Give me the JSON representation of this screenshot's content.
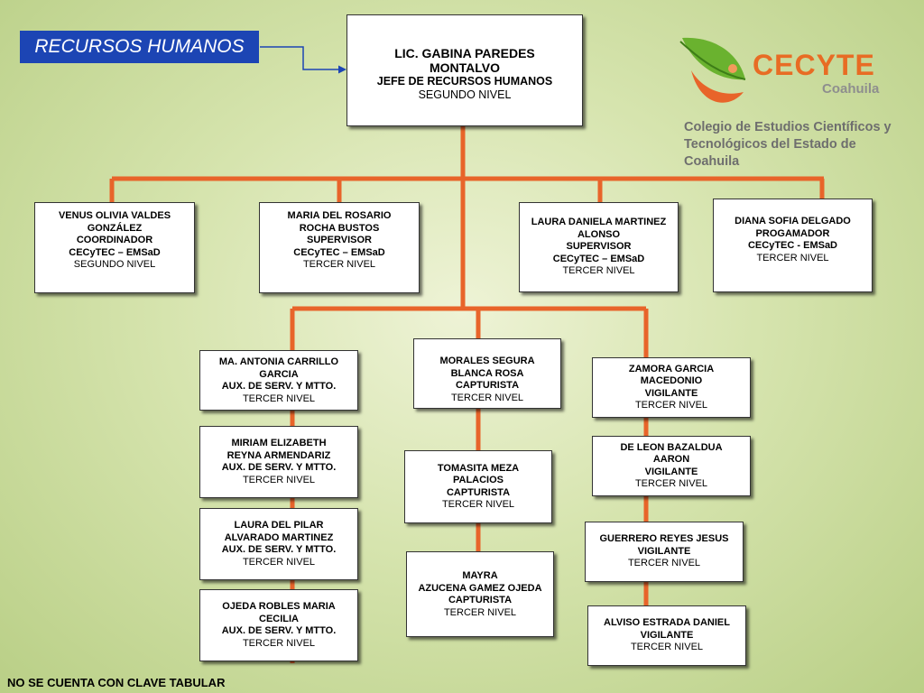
{
  "title": "RECURSOS HUMANOS",
  "footer": "NO SE CUENTA CON CLAVE TABULAR",
  "logo": {
    "brand": "CECYTE",
    "state": "Coahuila",
    "institution": [
      "Colegio de Estudios Científicos y",
      "Tecnológicos del Estado de Coahuila"
    ]
  },
  "colors": {
    "connector": "#e8642a",
    "banner": "#1c45b4",
    "arrow": "#1c45b4"
  },
  "chief": [
    "LIC. GABINA PAREDES",
    "MONTALVO",
    "JEFE DE RECURSOS HUMANOS",
    "SEGUNDO NIVEL"
  ],
  "level2": [
    [
      "VENUS OLIVIA VALDES",
      "GONZÁLEZ",
      "COORDINADOR",
      "CECyTEC – EMSaD",
      "SEGUNDO NIVEL"
    ],
    [
      "MARIA DEL ROSARIO",
      "ROCHA BUSTOS",
      "SUPERVISOR",
      "CECyTEC – EMSaD",
      "TERCER NIVEL"
    ],
    [
      "LAURA DANIELA MARTINEZ",
      "ALONSO",
      "SUPERVISOR",
      "CECyTEC – EMSaD",
      "TERCER NIVEL"
    ],
    [
      "DIANA SOFIA DELGADO",
      "PROGAMADOR",
      "CECyTEC - EMSaD",
      "TERCER NIVEL"
    ]
  ],
  "col_aux": [
    [
      "MA. ANTONIA CARRILLO",
      "GARCIA",
      "AUX. DE SERV. Y MTTO.",
      "TERCER NIVEL"
    ],
    [
      "MIRIAM ELIZABETH",
      "REYNA ARMENDARIZ",
      "AUX. DE SERV. Y MTTO.",
      "TERCER NIVEL"
    ],
    [
      "LAURA DEL PILAR",
      "ALVARADO MARTINEZ",
      "AUX. DE SERV. Y MTTO.",
      "TERCER NIVEL"
    ],
    [
      "OJEDA ROBLES MARIA",
      "CECILIA",
      "AUX. DE SERV. Y MTTO.",
      "TERCER NIVEL"
    ]
  ],
  "col_capt": [
    [
      "MORALES SEGURA",
      "BLANCA ROSA",
      "CAPTURISTA",
      "TERCER NIVEL"
    ],
    [
      "TOMASITA MEZA",
      "PALACIOS",
      "CAPTURISTA",
      "TERCER NIVEL"
    ],
    [
      "MAYRA",
      "AZUCENA GAMEZ OJEDA",
      "CAPTURISTA",
      "TERCER NIVEL"
    ]
  ],
  "col_vig": [
    [
      "ZAMORA GARCIA",
      "MACEDONIO",
      "VIGILANTE",
      "TERCER NIVEL"
    ],
    [
      "DE LEON BAZALDUA",
      "AARON",
      "VIGILANTE",
      "TERCER NIVEL"
    ],
    [
      "GUERRERO REYES JESUS",
      "VIGILANTE",
      "TERCER NIVEL"
    ],
    [
      "ALVISO ESTRADA DANIEL",
      "VIGILANTE",
      "TERCER NIVEL"
    ]
  ]
}
